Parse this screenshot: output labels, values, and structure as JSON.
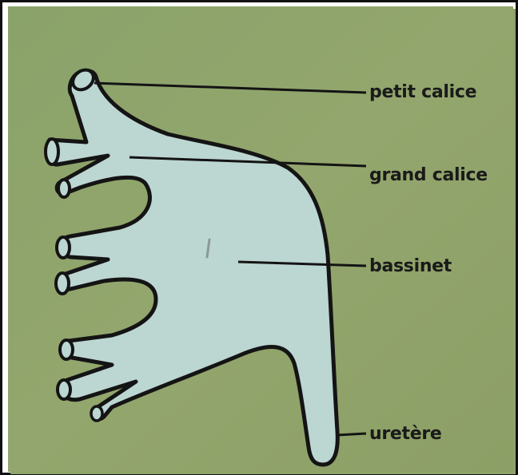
{
  "diagram": {
    "colors": {
      "background": "#8fa36b",
      "organ_fill": "#bcd6d2",
      "outline": "#141414",
      "frame": "#111111"
    },
    "labels": {
      "petit_calice": "petit calice",
      "grand_calice": "grand calice",
      "bassinet": "bassinet",
      "uretere": "uretère"
    }
  }
}
